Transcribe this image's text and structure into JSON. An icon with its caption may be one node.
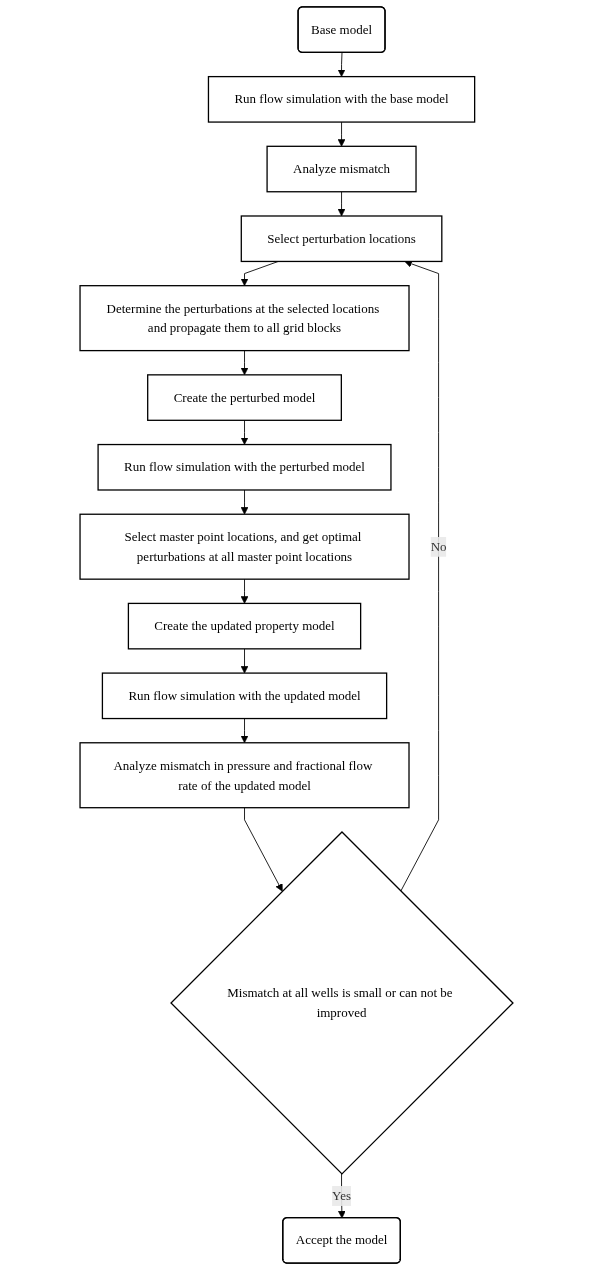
{
  "diagram": {
    "nodes": [
      {
        "text": [
          "Base model"
        ]
      },
      {
        "text": [
          "Run flow simulation with the base model"
        ]
      },
      {
        "text": [
          "Analyze mismatch"
        ]
      },
      {
        "text": [
          "Select perturbation locations"
        ]
      },
      {
        "text": [
          "Determine the perturbations at the selected locations and propagate them to all grid blocks"
        ]
      },
      {
        "text": [
          "Create the perturbed model"
        ]
      },
      {
        "text": [
          "Run flow simulation with the perturbed model"
        ]
      },
      {
        "text": [
          "Select master point locations, and get optimal perturbations at all master point locations"
        ]
      },
      {
        "text": [
          "Create the updated property model"
        ]
      },
      {
        "text": [
          "Run flow simulation with the updated model"
        ]
      },
      {
        "text": [
          "Analyze mismatch in pressure and fractional flow rate of the updated model"
        ]
      },
      {
        "text": [
          "Mismatch at all wells is small or can not be improved"
        ]
      },
      {
        "text": [
          "Accept the model"
        ]
      }
    ],
    "edges": [
      {
        "from": 0,
        "to": 1,
        "arrow": "to"
      },
      {
        "from": 1,
        "to": 2,
        "arrow": "to"
      },
      {
        "from": 2,
        "to": 3,
        "arrow": "to"
      },
      {
        "from": 3,
        "to": 4,
        "arrow": "to"
      },
      {
        "from": 4,
        "to": 5,
        "arrow": "to"
      },
      {
        "from": 5,
        "to": 6,
        "arrow": "to"
      },
      {
        "from": 6,
        "to": 7,
        "arrow": "to"
      },
      {
        "from": 7,
        "to": 8,
        "arrow": "to"
      },
      {
        "from": 8,
        "to": 9,
        "arrow": "to"
      },
      {
        "from": 9,
        "to": 10,
        "arrow": "to"
      },
      {
        "from": 10,
        "to": 11,
        "arrow": "to"
      },
      {
        "from": 11,
        "to": 3,
        "label": "No",
        "arrow": "to"
      },
      {
        "from": 11,
        "to": 12,
        "label": "Yes",
        "arrow": "to"
      }
    ]
  }
}
